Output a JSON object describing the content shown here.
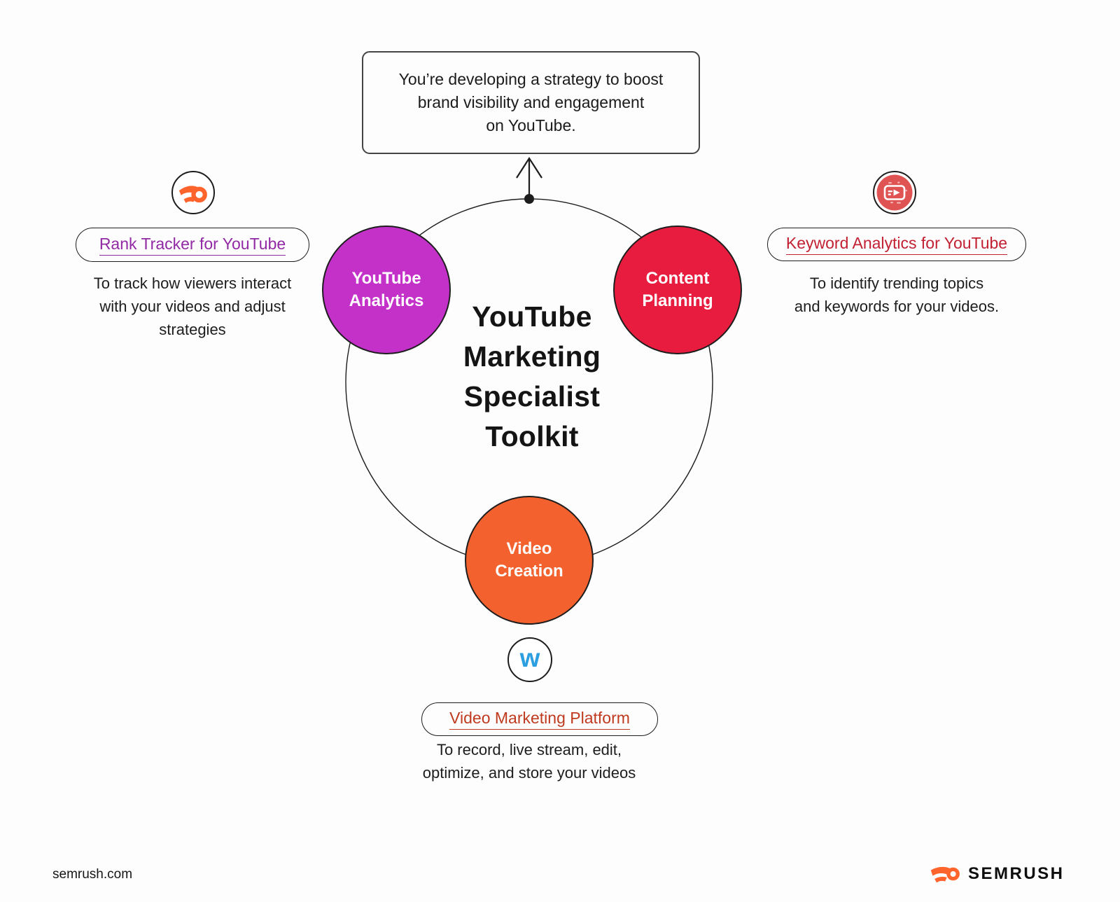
{
  "scenario": {
    "lines": [
      "You’re developing a strategy to boost",
      "brand visibility and engagement",
      "on YouTube."
    ]
  },
  "hub": {
    "title": "YouTube Marketing Specialist Toolkit",
    "nodes": [
      {
        "id": "youtube-analytics",
        "label": "YouTube Analytics",
        "color": "#c331c9"
      },
      {
        "id": "content-planning",
        "label": "Content Planning",
        "color": "#e81c3e"
      },
      {
        "id": "video-creation",
        "label": "Video Creation",
        "color": "#f3612e"
      }
    ]
  },
  "tools": {
    "left": {
      "icon": "semrush-comet-icon",
      "name": "Rank Tracker for YouTube",
      "link_color": "#9229a5",
      "desc_lines": [
        "To track how viewers interact",
        "with your videos and adjust",
        "strategies"
      ]
    },
    "right": {
      "icon": "video-player-icon",
      "name": "Keyword Analytics for YouTube",
      "link_color": "#c22033",
      "desc_lines": [
        "To identify trending topics",
        "and keywords for your videos."
      ]
    },
    "bottom": {
      "icon": "wistia-w-icon",
      "icon_glyph": "w",
      "name": "Video Marketing Platform",
      "link_color": "#bf3a1e",
      "desc_lines": [
        "To record, live stream, edit,",
        "optimize, and store your videos"
      ]
    }
  },
  "footer": {
    "site": "semrush.com",
    "brand": "SEMRUSH"
  },
  "colors": {
    "semrush_orange": "#ff642d",
    "wistia_blue": "#2b9fe0",
    "video_icon_red": "#e05353",
    "outline": "#1d1d1d",
    "background": "#fdfdfd"
  }
}
